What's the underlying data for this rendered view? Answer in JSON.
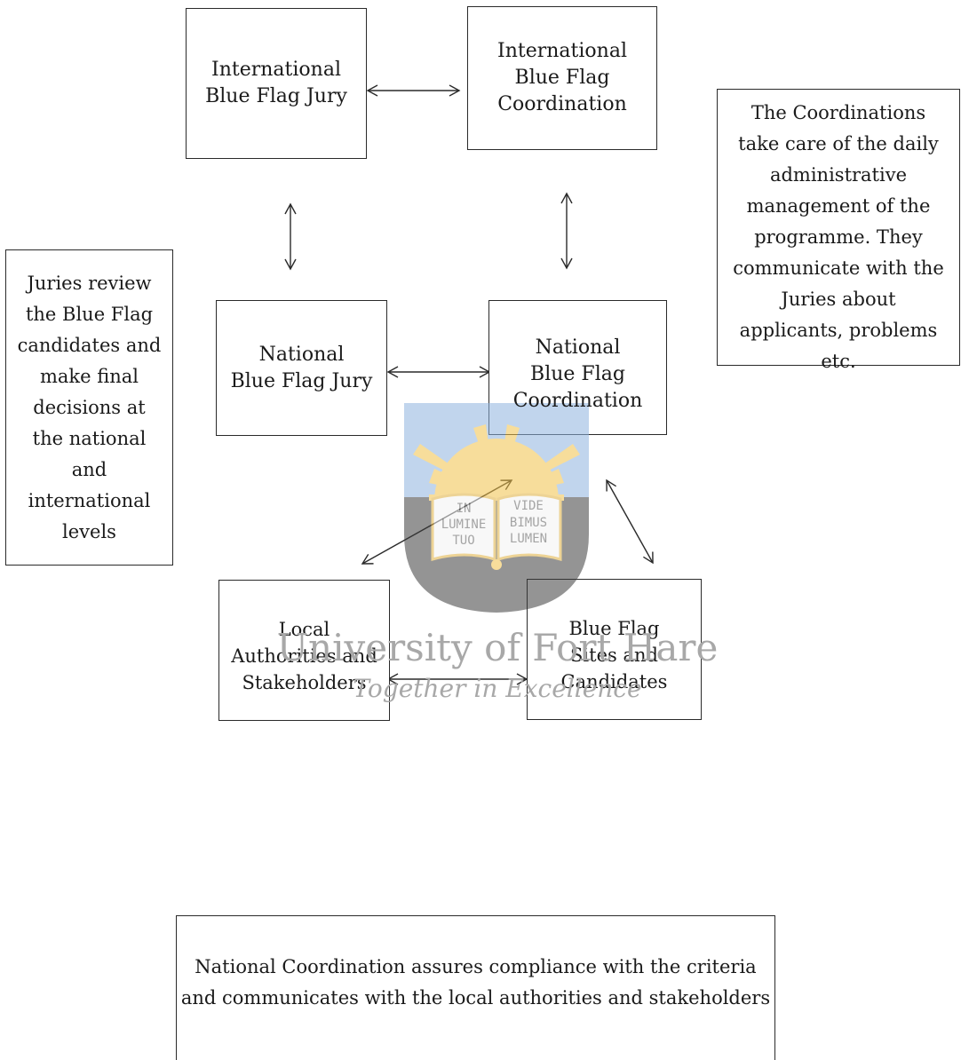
{
  "nodes": {
    "intl_jury": "International\nBlue Flag Jury",
    "intl_coord": "International\nBlue Flag\nCoordination",
    "natl_jury": "National\nBlue Flag Jury",
    "natl_coord": "National\nBlue Flag\nCoordination",
    "local": "Local\nAuthorities and\nStakeholders",
    "sites": "Blue Flag\nSites and\nCandidates"
  },
  "notes": {
    "juries": "Juries review\nthe Blue Flag\ncandidates and\nmake final\ndecisions at\nthe national\nand\ninternational\nlevels",
    "coordinations": "The Coordinations\ntake care of the daily\nadministrative\nmanagement of the\nprogramme.  They\ncommunicate with the\nJuries about\napplicants, problems\netc.",
    "national_coordination": "National  Coordination assures compliance with the criteria\nand communicates with the local authorities and stakeholders"
  },
  "watermark": {
    "university": "University of Fort Hare",
    "tagline": "Together in Excellence",
    "crest_left": "IN\nLUMINE\nTUO",
    "crest_right": "VIDE\nBIMUS\nLUMEN",
    "colors": {
      "sky": "#8fb4e0",
      "sun": "#f2c24a",
      "base": "#3d3d3d",
      "book": "#f4f4f4"
    }
  }
}
